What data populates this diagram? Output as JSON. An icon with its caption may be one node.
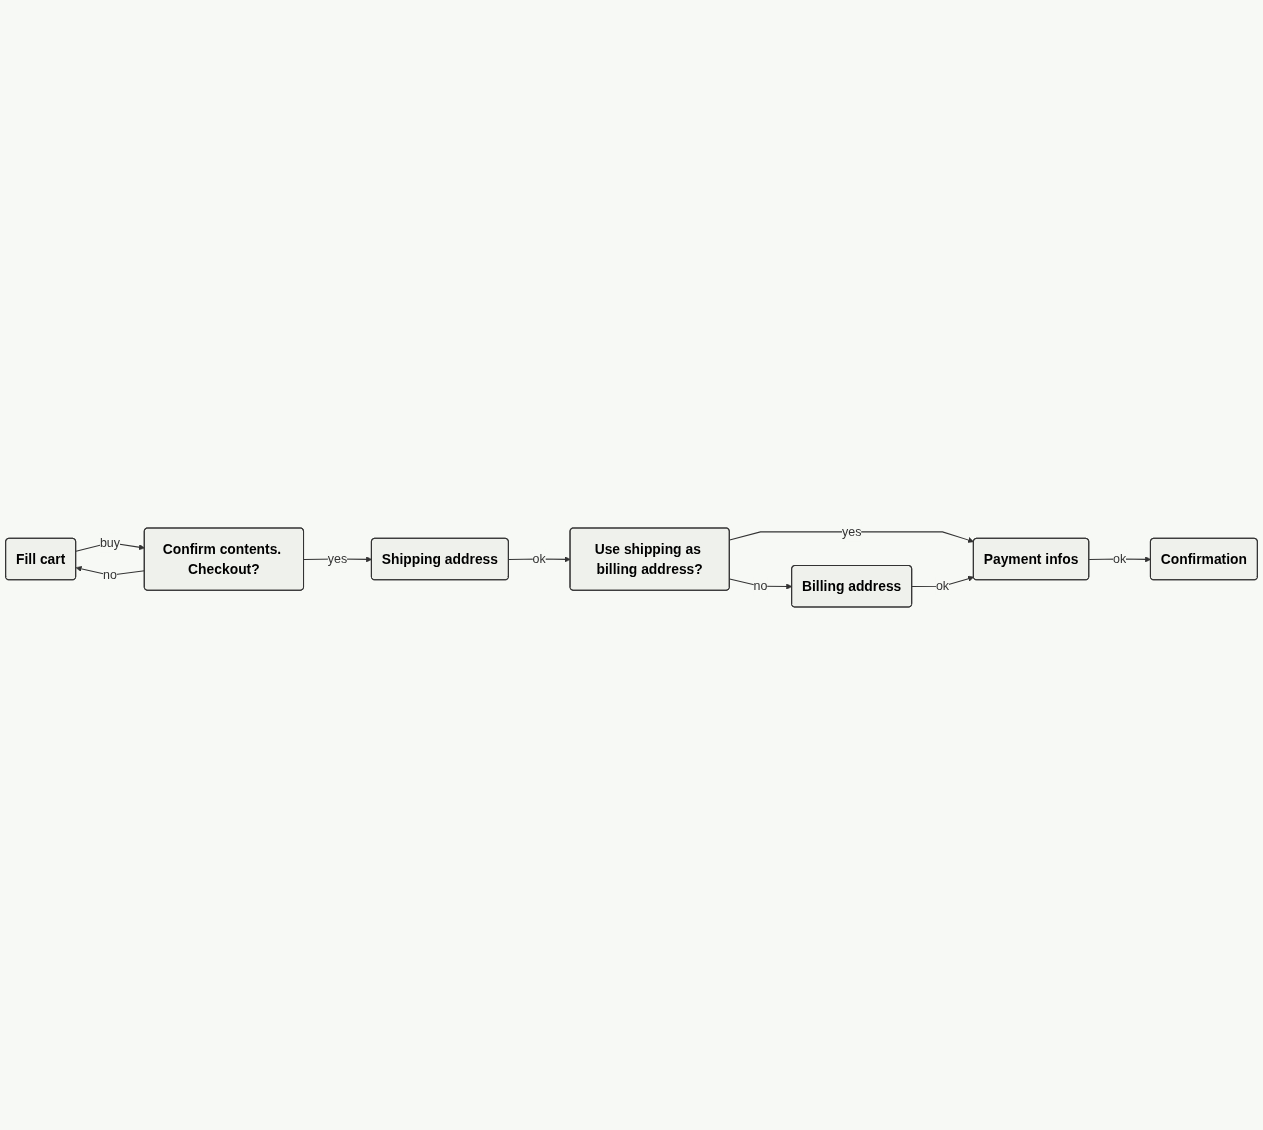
{
  "diagram": {
    "nodes": [
      {
        "text": [
          "Fill cart"
        ]
      },
      {
        "text": [
          "Confirm contents. Checkout?"
        ]
      },
      {
        "text": [
          "Shipping address"
        ]
      },
      {
        "text": [
          "Use shipping as billing address?"
        ]
      },
      {
        "text": [
          "Billing address"
        ]
      },
      {
        "text": [
          "Payment infos"
        ]
      },
      {
        "text": [
          "Confirmation"
        ]
      }
    ],
    "edges": [
      {
        "from": 0,
        "to": 1,
        "arrow": "to",
        "label": "buy"
      },
      {
        "from": 1,
        "to": 2,
        "arrow": "to",
        "label": "yes"
      },
      {
        "from": 1,
        "to": 0,
        "arrow": "to",
        "label": "no"
      },
      {
        "from": 2,
        "to": 3,
        "arrow": "to",
        "label": "ok"
      },
      {
        "from": 3,
        "to": 4,
        "arrow": "to",
        "label": "no"
      },
      {
        "from": 3,
        "to": 5,
        "arrow": "to",
        "label": "yes"
      },
      {
        "from": 4,
        "to": 5,
        "arrow": "to",
        "label": "ok"
      },
      {
        "from": 5,
        "to": 6,
        "arrow": "to",
        "label": "ok"
      }
    ]
  }
}
